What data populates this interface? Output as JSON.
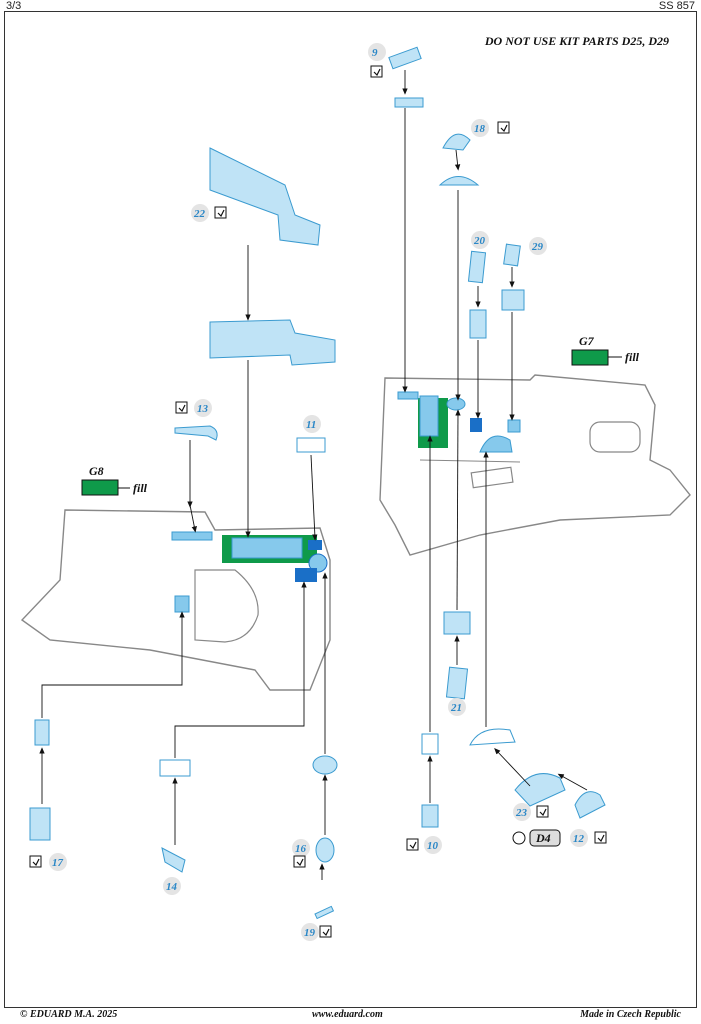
{
  "header": {
    "page": "3/3",
    "code": "SS 857"
  },
  "warning": "DO NOT USE KIT PARTS D25, D29",
  "footer": {
    "copyright": "© EDUARD  M.A. 2025",
    "website": "www.eduard.com",
    "origin": "Made in Czech Republic"
  },
  "colors": {
    "part_fill": "#86c9ec",
    "part_stroke": "#3b9bd0",
    "green": "#0f9a4a",
    "number": "#2a87c7",
    "outline": "#888888"
  },
  "parts": [
    "9",
    "18",
    "20",
    "29",
    "22",
    "13",
    "11",
    "16",
    "19",
    "10",
    "21",
    "23",
    "12",
    "14",
    "17"
  ],
  "color_callouts": [
    {
      "code": "G7",
      "word": "fill"
    },
    {
      "code": "G8",
      "word": "fill"
    }
  ],
  "kit_part": "D4",
  "check_icon": "checkmark-box-icon"
}
